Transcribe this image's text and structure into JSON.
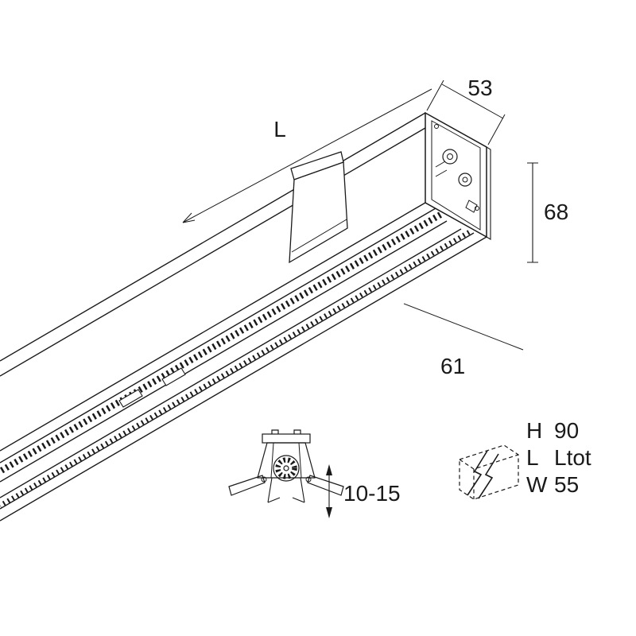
{
  "dimensions": {
    "top_width": "53",
    "length": "L",
    "height": "68",
    "bottom_width": "61",
    "recess_range": "10-15"
  },
  "legend": {
    "rows": [
      {
        "key": "H",
        "value": "90"
      },
      {
        "key": "L",
        "value": "Ltot"
      },
      {
        "key": "W",
        "value": "55"
      }
    ]
  }
}
